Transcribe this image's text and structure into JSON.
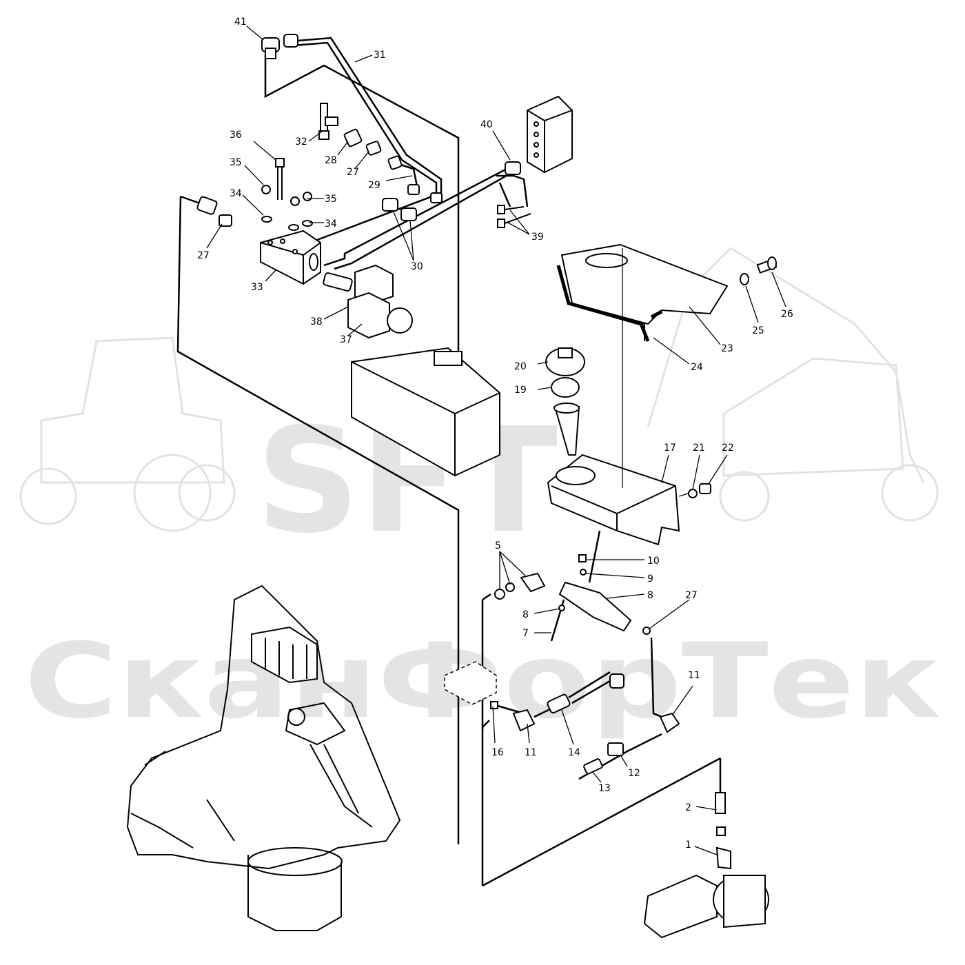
{
  "watermark": {
    "logo_text": "SFT",
    "company_text": "СканФорТек"
  },
  "callouts": [
    {
      "id": "c41",
      "text": "41"
    },
    {
      "id": "c31",
      "text": "31"
    },
    {
      "id": "c36",
      "text": "36"
    },
    {
      "id": "c32",
      "text": "32"
    },
    {
      "id": "c28",
      "text": "28"
    },
    {
      "id": "c27a",
      "text": "27"
    },
    {
      "id": "c35a",
      "text": "35"
    },
    {
      "id": "c34a",
      "text": "34"
    },
    {
      "id": "c35b",
      "text": "35"
    },
    {
      "id": "c34b",
      "text": "34"
    },
    {
      "id": "c29",
      "text": "29"
    },
    {
      "id": "c40",
      "text": "40"
    },
    {
      "id": "c39",
      "text": "39"
    },
    {
      "id": "c27b",
      "text": "27"
    },
    {
      "id": "c33",
      "text": "33"
    },
    {
      "id": "c30",
      "text": "30"
    },
    {
      "id": "c38",
      "text": "38"
    },
    {
      "id": "c37",
      "text": "37"
    },
    {
      "id": "c26",
      "text": "26"
    },
    {
      "id": "c25",
      "text": "25"
    },
    {
      "id": "c23",
      "text": "23"
    },
    {
      "id": "c24",
      "text": "24"
    },
    {
      "id": "c20",
      "text": "20"
    },
    {
      "id": "c19",
      "text": "19"
    },
    {
      "id": "c17",
      "text": "17"
    },
    {
      "id": "c21",
      "text": "21"
    },
    {
      "id": "c22",
      "text": "22"
    },
    {
      "id": "c5",
      "text": "5"
    },
    {
      "id": "c10",
      "text": "10"
    },
    {
      "id": "c9",
      "text": "9"
    },
    {
      "id": "c8a",
      "text": "8"
    },
    {
      "id": "c8b",
      "text": "8"
    },
    {
      "id": "c7",
      "text": "7"
    },
    {
      "id": "c27c",
      "text": "27"
    },
    {
      "id": "c11a",
      "text": "11"
    },
    {
      "id": "c16",
      "text": "16"
    },
    {
      "id": "c11b",
      "text": "11"
    },
    {
      "id": "c14",
      "text": "14"
    },
    {
      "id": "c12",
      "text": "12"
    },
    {
      "id": "c13",
      "text": "13"
    },
    {
      "id": "c2",
      "text": "2"
    },
    {
      "id": "c1",
      "text": "1"
    }
  ]
}
